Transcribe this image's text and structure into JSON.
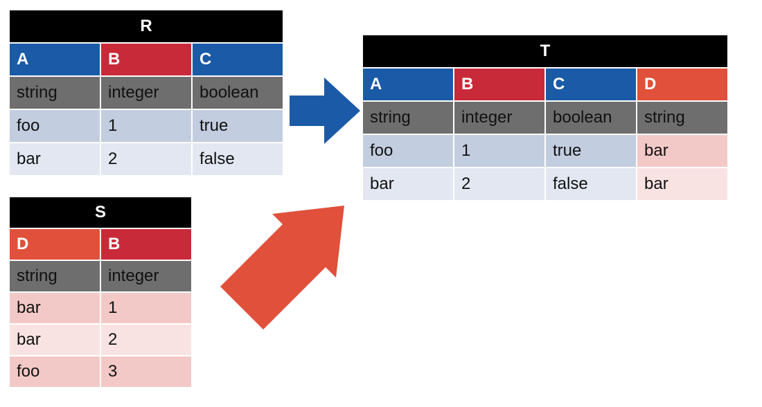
{
  "colors": {
    "black": "#000000",
    "blue": "#1a5aa6",
    "red": "#c92a3a",
    "orange": "#e0503a",
    "type_gray": "#6e6e6e",
    "blue_row_dark": "#c3cde0",
    "blue_row_light": "#e2e7f1",
    "pink_row_dark": "#f3c9c7",
    "pink_row_light": "#f9e3e2"
  },
  "tables": {
    "R": {
      "title": "R",
      "columns": [
        {
          "name": "A",
          "type": "string",
          "color": "#1a5aa6"
        },
        {
          "name": "B",
          "type": "integer",
          "color": "#c92a3a"
        },
        {
          "name": "C",
          "type": "boolean",
          "color": "#1a5aa6"
        }
      ],
      "rows": [
        [
          "foo",
          "1",
          "true"
        ],
        [
          "bar",
          "2",
          "false"
        ]
      ]
    },
    "S": {
      "title": "S",
      "columns": [
        {
          "name": "D",
          "type": "string",
          "color": "#e0503a"
        },
        {
          "name": "B",
          "type": "integer",
          "color": "#c92a3a"
        }
      ],
      "rows": [
        [
          "bar",
          "1"
        ],
        [
          "bar",
          "2"
        ],
        [
          "foo",
          "3"
        ]
      ]
    },
    "T": {
      "title": "T",
      "columns": [
        {
          "name": "A",
          "type": "string",
          "color": "#1a5aa6"
        },
        {
          "name": "B",
          "type": "integer",
          "color": "#c92a3a"
        },
        {
          "name": "C",
          "type": "boolean",
          "color": "#1a5aa6"
        },
        {
          "name": "D",
          "type": "string",
          "color": "#e0503a"
        }
      ],
      "rows": [
        [
          "foo",
          "1",
          "true",
          "bar"
        ],
        [
          "bar",
          "2",
          "false",
          "bar"
        ]
      ]
    }
  },
  "arrows": [
    {
      "from": "R",
      "to": "T",
      "color": "#1a5aa6"
    },
    {
      "from": "S",
      "to": "T",
      "color": "#e0503a"
    }
  ]
}
